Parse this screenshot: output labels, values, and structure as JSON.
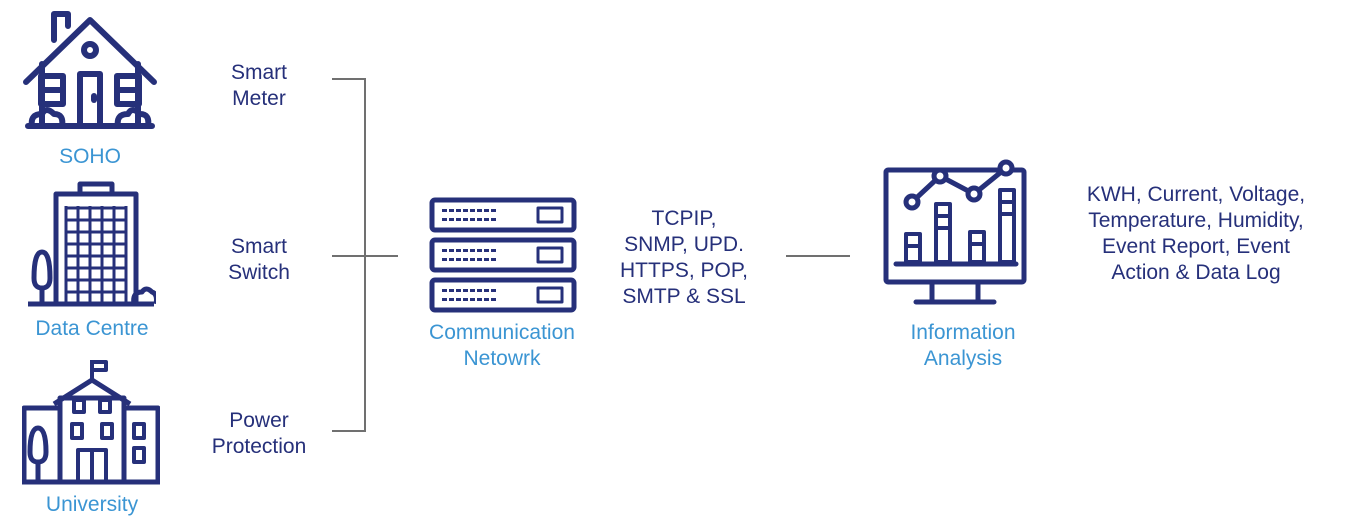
{
  "locations": {
    "soho": "SOHO",
    "datacentre": "Data Centre",
    "university": "University"
  },
  "devices": {
    "meter_line1": "Smart",
    "meter_line2": "Meter",
    "switch_line1": "Smart",
    "switch_line2": "Switch",
    "power_line1": "Power",
    "power_line2": "Protection"
  },
  "network": {
    "label_line1": "Communication",
    "label_line2": "Netowrk",
    "protocols": [
      "TCPIP,",
      "SNMP, UPD.",
      "HTTPS, POP,",
      "SMTP & SSL"
    ]
  },
  "analysis": {
    "label_line1": "Information",
    "label_line2": "Analysis",
    "metrics": [
      "KWH, Current, Voltage,",
      "Temperature, Humidity,",
      "Event Report, Event",
      "Action & Data Log"
    ]
  },
  "colors": {
    "navy": "#26307a",
    "blue": "#3b95d3",
    "connector": "#707070"
  }
}
